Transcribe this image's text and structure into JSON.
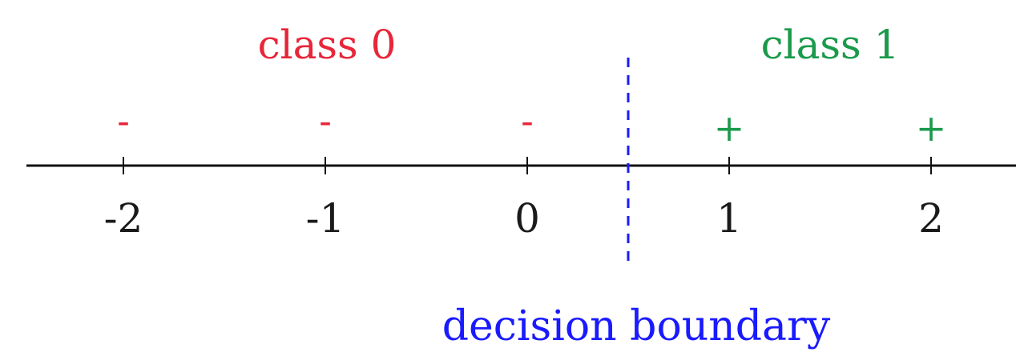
{
  "diagram": {
    "axis": {
      "ticks": [
        {
          "value": -2,
          "label": "-2"
        },
        {
          "value": -1,
          "label": "-1"
        },
        {
          "value": 0,
          "label": "0"
        },
        {
          "value": 1,
          "label": "1"
        },
        {
          "value": 2,
          "label": "2"
        }
      ]
    },
    "points": [
      {
        "x": -2,
        "sign": "-",
        "class": 0
      },
      {
        "x": -1,
        "sign": "-",
        "class": 0
      },
      {
        "x": 0,
        "sign": "-",
        "class": 0
      },
      {
        "x": 1,
        "sign": "+",
        "class": 1
      },
      {
        "x": 2,
        "sign": "+",
        "class": 1
      }
    ],
    "classes": [
      {
        "label": "class 0",
        "color": "#e8263a"
      },
      {
        "label": "class 1",
        "color": "#1a9a4b"
      }
    ],
    "boundary": {
      "x": 0.5,
      "label": "decision boundary",
      "color": "#1a1aff"
    },
    "axis_color": "#111111"
  }
}
